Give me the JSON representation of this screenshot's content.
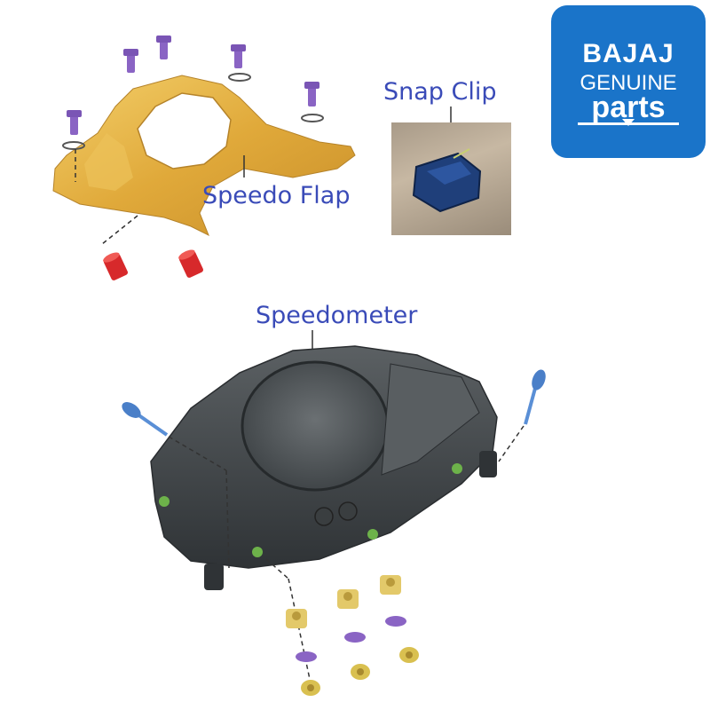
{
  "labels": {
    "speedo_flap": "Speedo Flap",
    "snap_clip": "Snap Clip",
    "speedometer": "Speedometer"
  },
  "logo": {
    "brand": "BAJAJ",
    "line2": "GENUINE",
    "line3": "parts",
    "color": "#1a74c9"
  },
  "colors": {
    "label": "#3a4bb8",
    "flap": "#e0b24a",
    "bolt": "#8a64c4",
    "cluster": "#4a4f52"
  }
}
